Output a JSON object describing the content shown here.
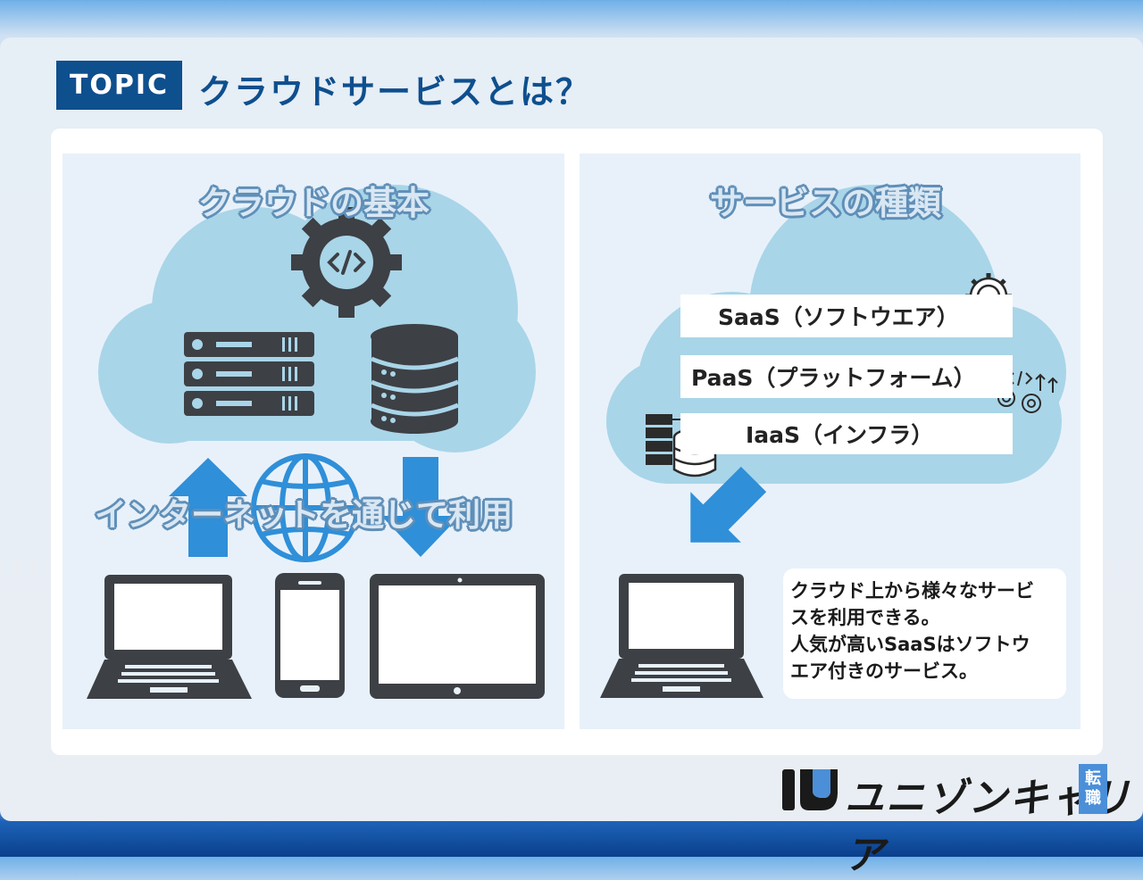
{
  "header": {
    "badge": "TOPIC",
    "title": "クラウドサービスとは？"
  },
  "left_panel": {
    "title": "クラウドの基本",
    "caption": "インターネットを通じて利用"
  },
  "right_panel": {
    "title": "サービスの種類",
    "services": [
      {
        "label": "SaaS（ソフトウエア）"
      },
      {
        "label": "PaaS（プラットフォーム）"
      },
      {
        "label": "IaaS（インフラ）"
      }
    ],
    "description": [
      "クラウド上から様々なサービ",
      "スを利用できる。",
      "人気が高いSaaSはソフトウ",
      "エア付きのサービス。"
    ]
  },
  "logo": {
    "text": "ユニゾンキャリア",
    "tag_line1": "転",
    "tag_line2": "職"
  },
  "colors": {
    "accent": "#0e4f8e",
    "cloud": "#a9d5e8",
    "arrow": "#2f8fd8",
    "device": "#3d4045"
  }
}
